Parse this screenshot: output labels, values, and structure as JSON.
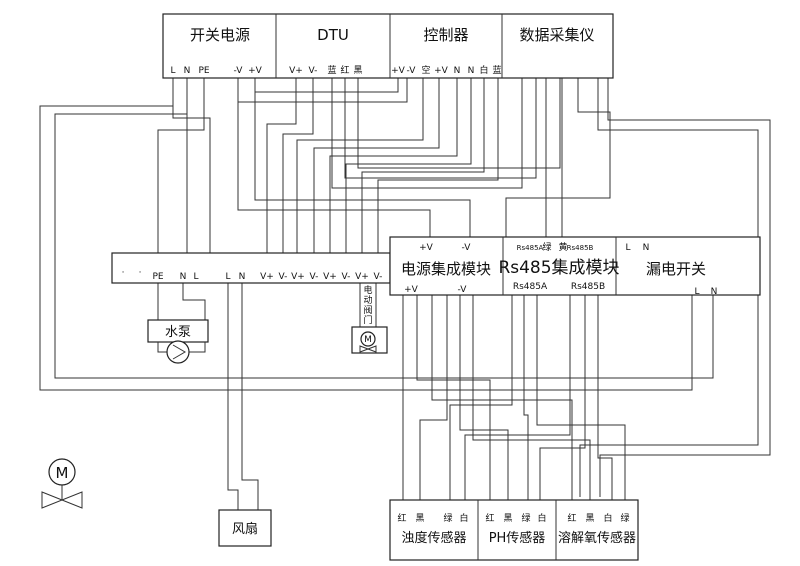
{
  "top_modules": {
    "switch_power": {
      "title": "开关电源",
      "pins": [
        "L",
        "N",
        "PE",
        "-V",
        "+V"
      ]
    },
    "dtu": {
      "title": "DTU",
      "pins": [
        "V+",
        "V-",
        "蓝",
        "红",
        "黑"
      ]
    },
    "controller": {
      "title": "控制器",
      "pins": [
        "+V",
        "-V",
        "空",
        "+V",
        "N",
        "N",
        "白",
        "蓝"
      ]
    },
    "data_collector": {
      "title": "数据采集仪"
    }
  },
  "terminal_strip": {
    "dots": [
      "·",
      "·"
    ],
    "pins": [
      "PE",
      "N",
      "L",
      "L",
      "N",
      "V+",
      "V-",
      "V+",
      "V-",
      "V+",
      "V-",
      "V+",
      "V-"
    ]
  },
  "valve_label": [
    "电",
    "动",
    "阀",
    "门"
  ],
  "power_module": {
    "title": "电源集成模块",
    "top_pins": [
      "+V",
      "-V"
    ],
    "bottom_pins": [
      "+V",
      "-V"
    ]
  },
  "rs485_module": {
    "title": "Rs485集成模块",
    "top_pins": [
      "Rs485A",
      "绿",
      "黄",
      "Rs485B"
    ],
    "bottom_pins": [
      "Rs485A",
      "Rs485B"
    ]
  },
  "leakage_switch": {
    "title": "漏电开关",
    "top_pins": [
      "L",
      "N"
    ],
    "bottom_pins": [
      "L",
      "N"
    ]
  },
  "pump": {
    "title": "水泵"
  },
  "fan": {
    "title": "风扇"
  },
  "valve_symbol": {
    "letter": "M"
  },
  "legend_motor": {
    "letter": "M"
  },
  "sensors": [
    {
      "title": "浊度传感器",
      "pins": [
        "红",
        "黑",
        "绿",
        "白"
      ]
    },
    {
      "title": "PH传感器",
      "pins": [
        "红",
        "黑",
        "绿",
        "白"
      ]
    },
    {
      "title": "溶解氧传感器",
      "pins": [
        "红",
        "黑",
        "白",
        "绿"
      ]
    }
  ]
}
